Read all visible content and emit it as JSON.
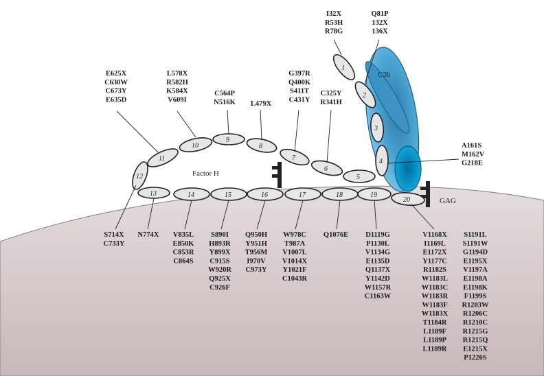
{
  "labels": {
    "factor_h": "Factor H",
    "c3b": "C3b",
    "gag": "GAG"
  },
  "ccp_numbers": [
    "1",
    "2",
    "3",
    "4",
    "5",
    "6",
    "7",
    "8",
    "9",
    "10",
    "11",
    "12",
    "13",
    "14",
    "15",
    "16",
    "17",
    "18",
    "19",
    "20"
  ],
  "mutations": {
    "g_top_1": [
      "I32X",
      "R53H",
      "R78G"
    ],
    "g_top_2": [
      "Q81P",
      "132X",
      "136X"
    ],
    "g_e625": [
      "E625X",
      "C630W",
      "C673Y",
      "E635D"
    ],
    "g_l578": [
      "L578X",
      "R582H",
      "K584X",
      "V609I"
    ],
    "g_c564": [
      "C564P",
      "N516K"
    ],
    "g_l479": [
      "L479X"
    ],
    "g_g397": [
      "G397R",
      "Q400K",
      "S411T",
      "C431Y"
    ],
    "g_c325": [
      "C325Y",
      "R341H"
    ],
    "g_a161": [
      "A161S",
      "M162V",
      "G218E"
    ],
    "g_s714": [
      "S714X",
      "C733Y"
    ],
    "g_n774": [
      "N774X"
    ],
    "g_v835": [
      "V835L",
      "E850K",
      "C853R",
      "C864S"
    ],
    "g_s890": [
      "S890I",
      "H893R",
      "Y899X",
      "C915S",
      "W920R",
      "Q925X",
      "C926F"
    ],
    "g_q950": [
      "Q950H",
      "Y951H",
      "T956M",
      "I970V",
      "C973Y"
    ],
    "g_w978": [
      "W978C",
      "T987A",
      "V1007L",
      "V1014X",
      "Y1021F",
      "C1043R"
    ],
    "g_q1076": [
      "Q1076E"
    ],
    "g_d1119": [
      "D1119G",
      "P1130L",
      "V1134G",
      "E1135D",
      "Q1137X",
      "Y1142D",
      "W1157R",
      "C1163W"
    ],
    "g_v1168": [
      "V1168X",
      "I1169L",
      "E1172X",
      "Y1177C",
      "R1182S",
      "W1183L",
      "W1183C",
      "W1183R",
      "W1183F",
      "W1183X",
      "T1184R",
      "L1189F",
      "L1189P",
      "L1189R"
    ],
    "g_s1191": [
      "S1191L",
      "S1191W",
      "G1194D",
      "E1195X",
      "V1197A",
      "E1198A",
      "E1198K",
      "F1199S",
      "R1203W",
      "R1206C",
      "R1210C",
      "R1215G",
      "R1215Q",
      "E1215X",
      "P1226S"
    ]
  },
  "colors": {
    "membrane_top": "#d9d0d2",
    "membrane_bottom": "#cbbcbf",
    "c3b_fill": "#4aa6d6",
    "c3b_dark": "#2f7fa9",
    "ccp_fill": "#e6e6e6",
    "ccp4_highlight": "#00a0d8"
  }
}
